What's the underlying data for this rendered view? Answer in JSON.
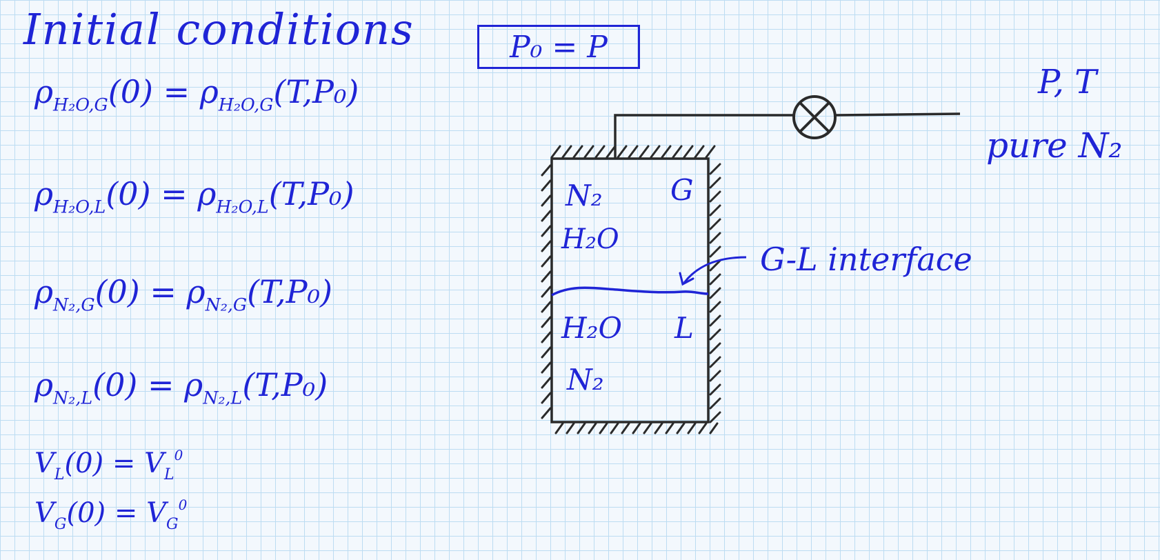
{
  "title": "Initial conditions",
  "pressure_box": "P₀ = P",
  "equations": [
    {
      "lhs": "ρ",
      "lhs_sub": "H₂O,G",
      "arg": "(0)",
      "eq": "=",
      "rhs": "ρ",
      "rhs_sub": "H₂O,G",
      "rhs_arg": "(T,P₀)"
    },
    {
      "lhs": "ρ",
      "lhs_sub": "H₂O,L",
      "arg": "(0)",
      "eq": "=",
      "rhs": "ρ",
      "rhs_sub": "H₂O,L",
      "rhs_arg": "(T,P₀)"
    },
    {
      "lhs": "ρ",
      "lhs_sub": "N₂,G",
      "arg": "(0)",
      "eq": "=",
      "rhs": "ρ",
      "rhs_sub": "N₂,G",
      "rhs_arg": "(T,P₀)"
    },
    {
      "lhs": "ρ",
      "lhs_sub": "N₂,L",
      "arg": "(0)",
      "eq": "=",
      "rhs": "ρ",
      "rhs_sub": "N₂,L",
      "rhs_arg": "(T,P₀)"
    }
  ],
  "volumes": [
    {
      "lhs": "V",
      "lhs_sub": "L",
      "arg": "(0)",
      "eq": "=",
      "rhs": "V",
      "rhs_sub": "L",
      "rhs_sup": "0"
    },
    {
      "lhs": "V",
      "lhs_sub": "G",
      "arg": "(0)",
      "eq": "=",
      "rhs": "V",
      "rhs_sub": "G",
      "rhs_sup": "0"
    }
  ],
  "vessel": {
    "gas_species": [
      "N₂",
      "H₂O"
    ],
    "gas_phase": "G",
    "liquid_species": [
      "H₂O",
      "N₂"
    ],
    "liquid_phase": "L",
    "interface_label": "G-L interface"
  },
  "feed": {
    "conditions": "P, T",
    "composition": "pure N₂"
  },
  "colors": {
    "ink": "#1f24d6",
    "line": "#2a2a2a",
    "grid": "#bcdcf2"
  }
}
